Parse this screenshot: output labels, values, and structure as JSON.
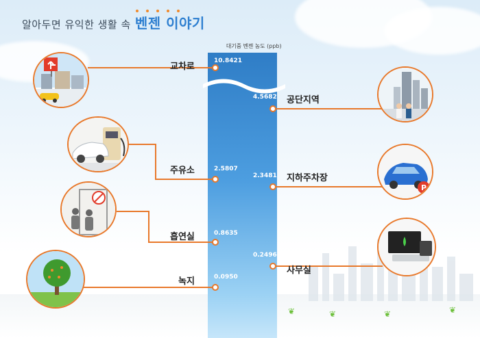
{
  "title": {
    "prefix": "알아두면 유익한 생활 속",
    "accent": "벤젠 이야기"
  },
  "bar_caption": "대기중 벤젠 농도 (ppb)",
  "items": [
    {
      "label": "교차로",
      "value": "10.8421"
    },
    {
      "label": "공단지역",
      "value": "4.5682"
    },
    {
      "label": "주유소",
      "value": "2.5807"
    },
    {
      "label": "지하주차장",
      "value": "2.3481"
    },
    {
      "label": "흡연실",
      "value": "0.8635"
    },
    {
      "label": "사무실",
      "value": "0.2496"
    },
    {
      "label": "녹지",
      "value": "0.0950"
    }
  ],
  "colors": {
    "accent": "#e8782a",
    "bar": "#2f7dc6",
    "title_accent": "#2e7fd0"
  },
  "icons": [
    "intersection-icon",
    "industrial-icon",
    "gas-station-icon",
    "parking-icon",
    "smoking-room-icon",
    "office-icon",
    "green-tree-icon"
  ]
}
